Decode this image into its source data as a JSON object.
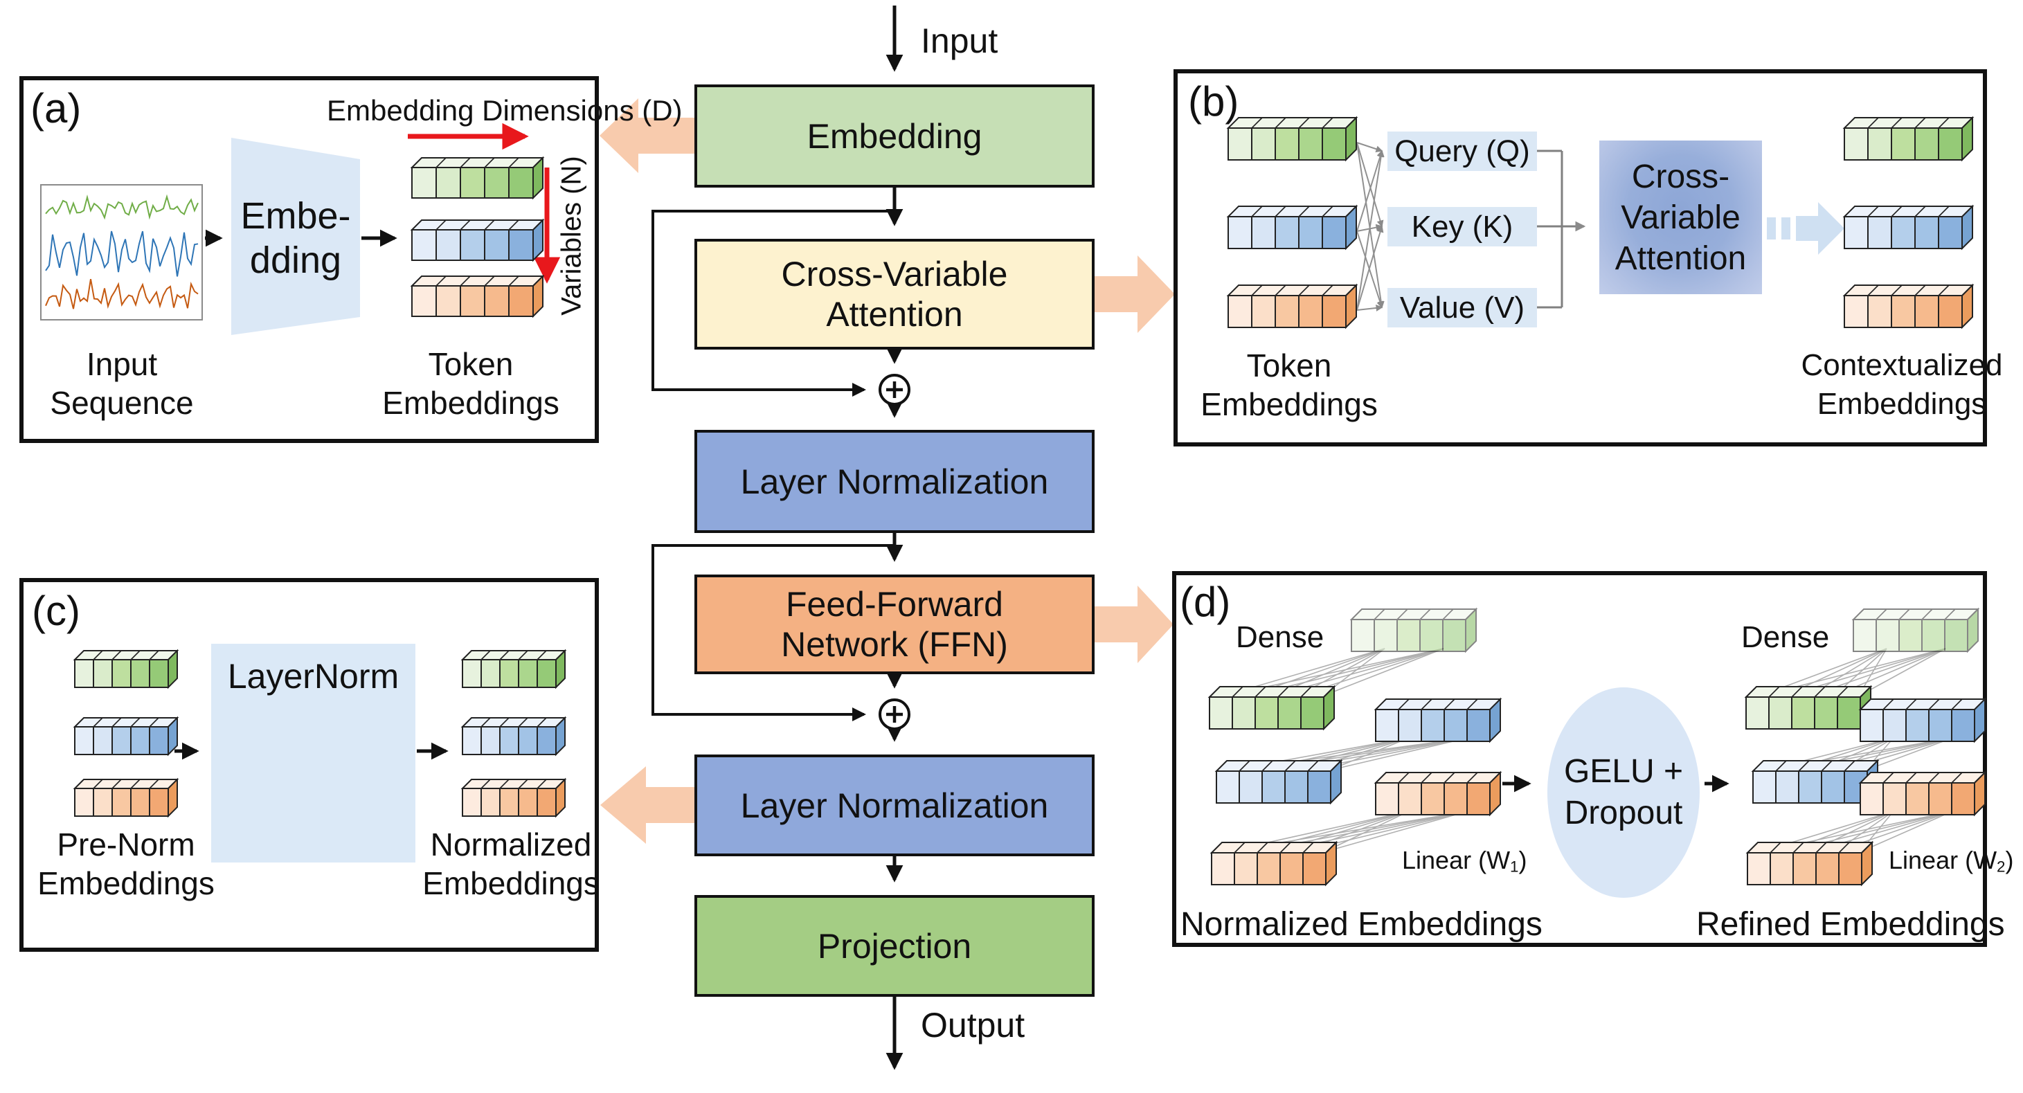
{
  "central": {
    "input_label": "Input",
    "output_label": "Output",
    "embedding": "Embedding",
    "attention_line1": "Cross-Variable",
    "attention_line2": "Attention",
    "layer_norm_1": "Layer Normalization",
    "ffn_line1": "Feed-Forward",
    "ffn_line2": "Network (FFN)",
    "layer_norm_2": "Layer Normalization",
    "projection": "Projection"
  },
  "panel_a": {
    "tag": "(a)",
    "dim_label": "Embedding Dimensions (D)",
    "variables_label": "Variables (N)",
    "trapezoid_line1": "Embe-",
    "trapezoid_line2": "dding",
    "input_seq_line1": "Input",
    "input_seq_line2": "Sequence",
    "token_line1": "Token",
    "token_line2": "Embeddings"
  },
  "panel_b": {
    "tag": "(b)",
    "query": "Query (Q)",
    "key": "Key (K)",
    "value": "Value (V)",
    "attn_line1": "Cross-",
    "attn_line2": "Variable",
    "attn_line3": "Attention",
    "token_line1": "Token",
    "token_line2": "Embeddings",
    "context_line1": "Contextualized",
    "context_line2": "Embeddings"
  },
  "panel_c": {
    "tag": "(c)",
    "layernorm": "LayerNorm",
    "pre_line1": "Pre-Norm",
    "pre_line2": "Embeddings",
    "norm_line1": "Normalized",
    "norm_line2": "Embeddings"
  },
  "panel_d": {
    "tag": "(d)",
    "dense_left": "Dense",
    "dense_right": "Dense",
    "gelu_line1": "GELU +",
    "gelu_line2": "Dropout",
    "linear1_pre": "Linear (W",
    "linear1_sub": "1",
    "linear1_post": ")",
    "linear2_pre": "Linear (W",
    "linear2_sub": "2",
    "linear2_post": ")",
    "normalized_label": "Normalized Embeddings",
    "refined_label": "Refined Embeddings"
  },
  "theme": {
    "embedding_green": "#c6dfb5",
    "projection_green": "#a4cd84",
    "attention_yellow": "#fdf2cf",
    "norm_blue": "#8fa8db",
    "ffn_orange": "#f4b183",
    "fat_arrow_peach": "#f8cbad",
    "red_arrow": "#e8181c",
    "panel_border": "#111111",
    "qkv_bg": "#dbe8f5",
    "layernorm_bg": "#dbe9f7",
    "gelu_bg": "#d9e6f6",
    "trapezoid_blue": "#dbe8f6",
    "series_green": "#70ad47",
    "series_blue": "#2e75b6",
    "series_orange": "#c55a11",
    "cube_green": [
      "#e7f2de",
      "#daeccb",
      "#bedf9f",
      "#abd68d",
      "#95ca77"
    ],
    "cube_blue": [
      "#e4edf9",
      "#d8e5f5",
      "#b4cfeb",
      "#a2c3e6",
      "#8ab1dd"
    ],
    "cube_orange": [
      "#fdebdf",
      "#fbdfc9",
      "#f8c8a2",
      "#f6ba8d",
      "#f2a873"
    ],
    "cube_top": {
      "green": "#f0f7ea",
      "blue": "#edf3fb",
      "orange": "#fdf1e7"
    },
    "cube_side": {
      "green": "#7fb95f",
      "blue": "#76a3d2",
      "orange": "#eb9c5d"
    }
  }
}
